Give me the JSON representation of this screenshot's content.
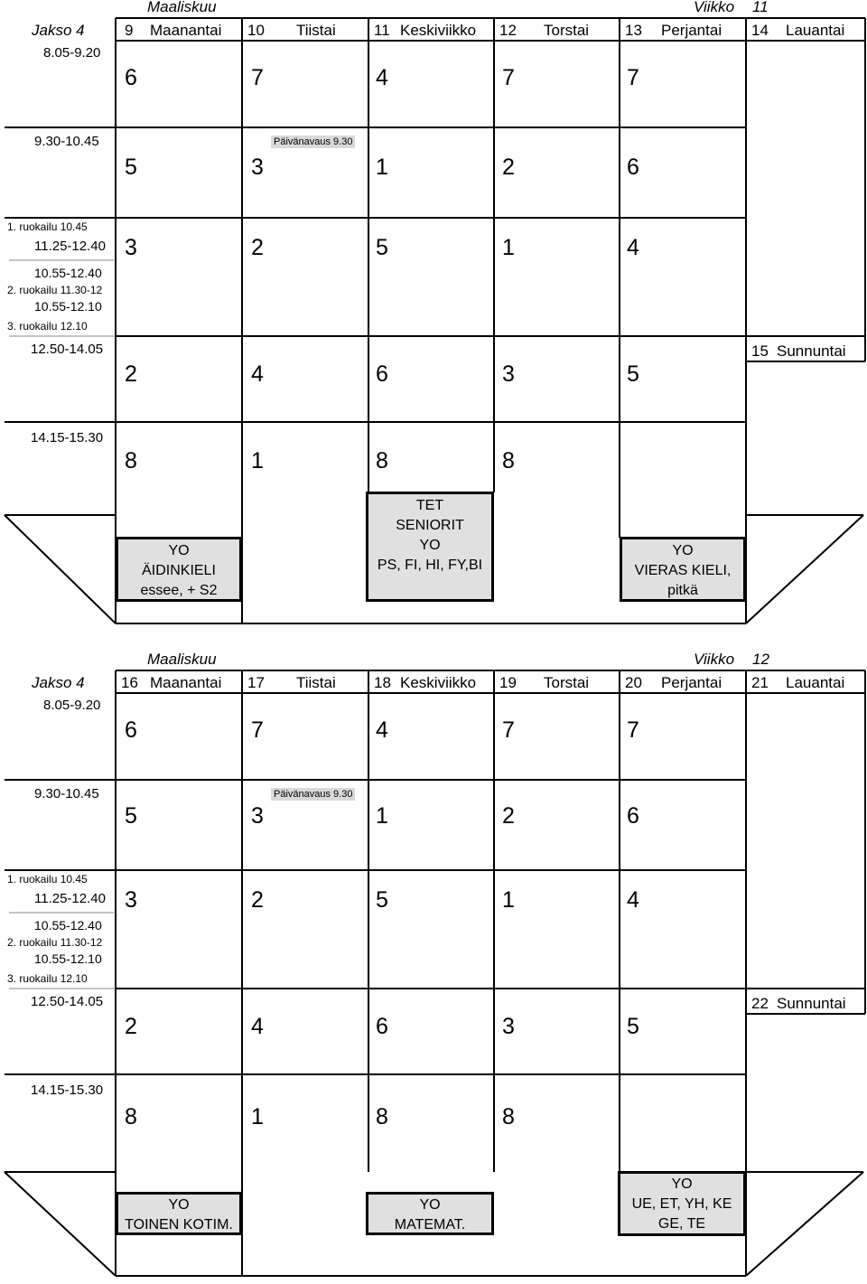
{
  "weeks": [
    {
      "month": "Maaliskuu",
      "week_label": "Viikko",
      "week_number": "11",
      "period": "Jakso 4",
      "days": [
        {
          "num": "9",
          "name": "Maanantai"
        },
        {
          "num": "10",
          "name": "Tiistai"
        },
        {
          "num": "11",
          "name": "Keskiviikko"
        },
        {
          "num": "12",
          "name": "Torstai"
        },
        {
          "num": "13",
          "name": "Perjantai"
        },
        {
          "num": "14",
          "name": "Lauantai"
        }
      ],
      "sunday": {
        "num": "15",
        "name": "Sunnuntai"
      },
      "times": {
        "t1": "8.05-9.20",
        "t2": "9.30-10.45",
        "lunch1": "1. ruokailu 10.45",
        "t3": "11.25-12.40",
        "t3b": "10.55-12.40",
        "lunch2": "2. ruokailu 11.30-12",
        "t3c": "10.55-12.10",
        "lunch3": "3. ruokailu 12.10",
        "t4": "12.50-14.05",
        "t5": "14.15-15.30"
      },
      "holiday": "Päivänavaus 9.30",
      "rows": [
        [
          "6",
          "7",
          "4",
          "7",
          "7"
        ],
        [
          "5",
          "3",
          "1",
          "2",
          "6"
        ],
        [
          "3",
          "2",
          "5",
          "1",
          "4"
        ],
        [
          "2",
          "4",
          "6",
          "3",
          "5"
        ],
        [
          "8",
          "1",
          "8",
          "8",
          ""
        ]
      ],
      "exams": {
        "mon": [
          "YO",
          "ÄIDINKIELI",
          "essee, + S2"
        ],
        "wed_top": [
          "TET",
          "SENIORIT"
        ],
        "wed": [
          "YO",
          "PS, FI, HI, FY,BI"
        ],
        "fri": [
          "YO",
          "VIERAS KIELI,",
          "pitkä"
        ]
      }
    },
    {
      "month": "Maaliskuu",
      "week_label": "Viikko",
      "week_number": "12",
      "period": "Jakso 4",
      "days": [
        {
          "num": "16",
          "name": "Maanantai"
        },
        {
          "num": "17",
          "name": "Tiistai"
        },
        {
          "num": "18",
          "name": "Keskiviikko"
        },
        {
          "num": "19",
          "name": "Torstai"
        },
        {
          "num": "20",
          "name": "Perjantai"
        },
        {
          "num": "21",
          "name": "Lauantai"
        }
      ],
      "sunday": {
        "num": "22",
        "name": "Sunnuntai"
      },
      "times": {
        "t1": "8.05-9.20",
        "t2": "9.30-10.45",
        "lunch1": "1. ruokailu 10.45",
        "t3": "11.25-12.40",
        "t3b": "10.55-12.40",
        "lunch2": "2. ruokailu 11.30-12",
        "t3c": "10.55-12.10",
        "lunch3": "3. ruokailu 12.10",
        "t4": "12.50-14.05",
        "t5": "14.15-15.30"
      },
      "holiday": "Päivänavaus 9.30",
      "rows": [
        [
          "6",
          "7",
          "4",
          "7",
          "7"
        ],
        [
          "5",
          "3",
          "1",
          "2",
          "6"
        ],
        [
          "3",
          "2",
          "5",
          "1",
          "4"
        ],
        [
          "2",
          "4",
          "6",
          "3",
          "5"
        ],
        [
          "8",
          "1",
          "8",
          "8",
          ""
        ]
      ],
      "exams": {
        "mon": [
          "YO",
          "TOINEN KOTIM."
        ],
        "wed": [
          "YO",
          "MATEMAT."
        ],
        "fri": [
          "YO",
          "UE, ET, YH, KE",
          "GE, TE"
        ]
      }
    }
  ]
}
